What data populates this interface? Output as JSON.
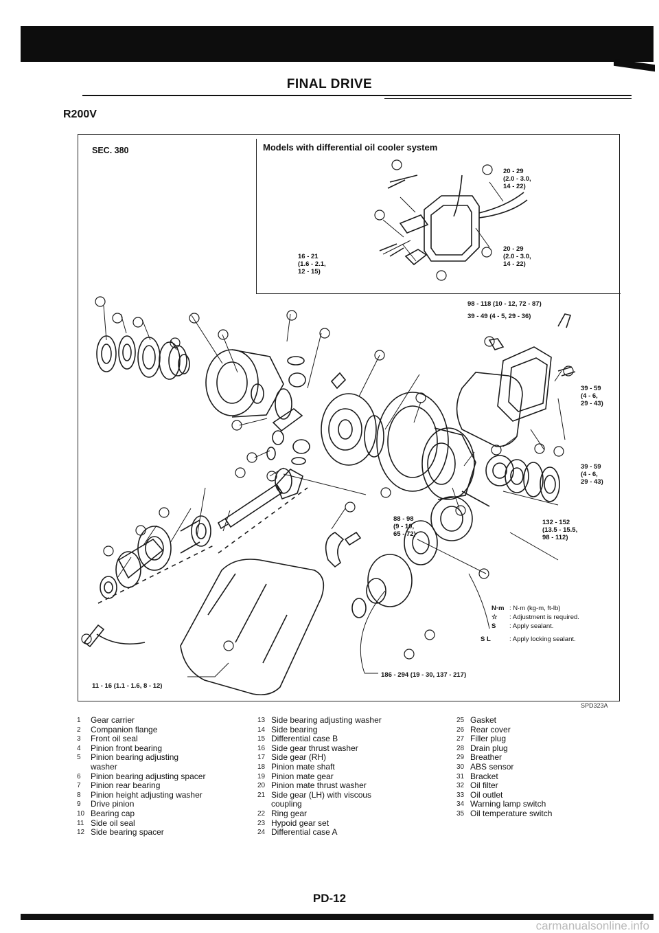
{
  "header": {
    "title": "FINAL DRIVE",
    "model": "R200V"
  },
  "diagram": {
    "section": "SEC. 380",
    "inset_title": "Models with differential oil cooler system",
    "figure_code": "SPD323A",
    "torque_labels": {
      "t34": "20 - 29\n(2.0 - 3.0,\n14 - 22)",
      "t35": "20 - 29\n(2.0 - 3.0,\n14 - 22)",
      "t31": "16 - 21\n(1.6 - 2.1,\n12 - 15)",
      "t98": "98 - 118 (10 - 12, 72 - 87)",
      "t39": "39 - 49 (4 - 5, 29 - 36)",
      "t28": "39 - 59\n(4 - 6,\n29 - 43)",
      "t27": "39 - 59\n(4 - 6,\n29 - 43)",
      "t88": "88 - 98\n(9 - 10,\n65 - 72)",
      "t132": "132 - 152\n(13.5 - 15.5,\n98 - 112)",
      "t11": "11 - 16 (1.1 - 1.6, 8 - 12)",
      "t186": "186 - 294 (19 - 30, 137 - 217)"
    },
    "legend": [
      {
        "key": "N·m",
        "text": ": N·m (kg-m, ft-lb)"
      },
      {
        "key": "☆",
        "text": ": Adjustment is required."
      },
      {
        "key": "S",
        "text": ": Apply sealant."
      },
      {
        "key": "S L",
        "text": ": Apply locking sealant."
      }
    ]
  },
  "parts": {
    "col1": [
      {
        "n": "1",
        "name": "Gear carrier"
      },
      {
        "n": "2",
        "name": "Companion flange"
      },
      {
        "n": "3",
        "name": "Front oil seal"
      },
      {
        "n": "4",
        "name": "Pinion front bearing"
      },
      {
        "n": "5",
        "name": "Pinion bearing adjusting washer"
      },
      {
        "n": "6",
        "name": "Pinion bearing adjusting spacer"
      },
      {
        "n": "7",
        "name": "Pinion rear bearing"
      },
      {
        "n": "8",
        "name": "Pinion height adjusting washer"
      },
      {
        "n": "9",
        "name": "Drive pinion"
      },
      {
        "n": "10",
        "name": "Bearing cap"
      },
      {
        "n": "11",
        "name": "Side oil seal"
      },
      {
        "n": "12",
        "name": "Side bearing spacer"
      }
    ],
    "col2": [
      {
        "n": "13",
        "name": "Side bearing adjusting washer"
      },
      {
        "n": "14",
        "name": "Side bearing"
      },
      {
        "n": "15",
        "name": "Differential case B"
      },
      {
        "n": "16",
        "name": "Side gear thrust washer"
      },
      {
        "n": "17",
        "name": "Side gear (RH)"
      },
      {
        "n": "18",
        "name": "Pinion mate shaft"
      },
      {
        "n": "19",
        "name": "Pinion mate gear"
      },
      {
        "n": "20",
        "name": "Pinion mate thrust washer"
      },
      {
        "n": "21",
        "name": "Side gear (LH) with viscous coupling"
      },
      {
        "n": "22",
        "name": "Ring gear"
      },
      {
        "n": "23",
        "name": "Hypoid gear set"
      },
      {
        "n": "24",
        "name": "Differential case A"
      }
    ],
    "col3": [
      {
        "n": "25",
        "name": "Gasket"
      },
      {
        "n": "26",
        "name": "Rear cover"
      },
      {
        "n": "27",
        "name": "Filler plug"
      },
      {
        "n": "28",
        "name": "Drain plug"
      },
      {
        "n": "29",
        "name": "Breather"
      },
      {
        "n": "30",
        "name": "ABS sensor"
      },
      {
        "n": "31",
        "name": "Bracket"
      },
      {
        "n": "32",
        "name": "Oil filter"
      },
      {
        "n": "33",
        "name": "Oil outlet"
      },
      {
        "n": "34",
        "name": "Warning lamp switch"
      },
      {
        "n": "35",
        "name": "Oil temperature switch"
      }
    ]
  },
  "footer": {
    "page": "PD-12",
    "watermark": "carmanualsonline.info"
  }
}
